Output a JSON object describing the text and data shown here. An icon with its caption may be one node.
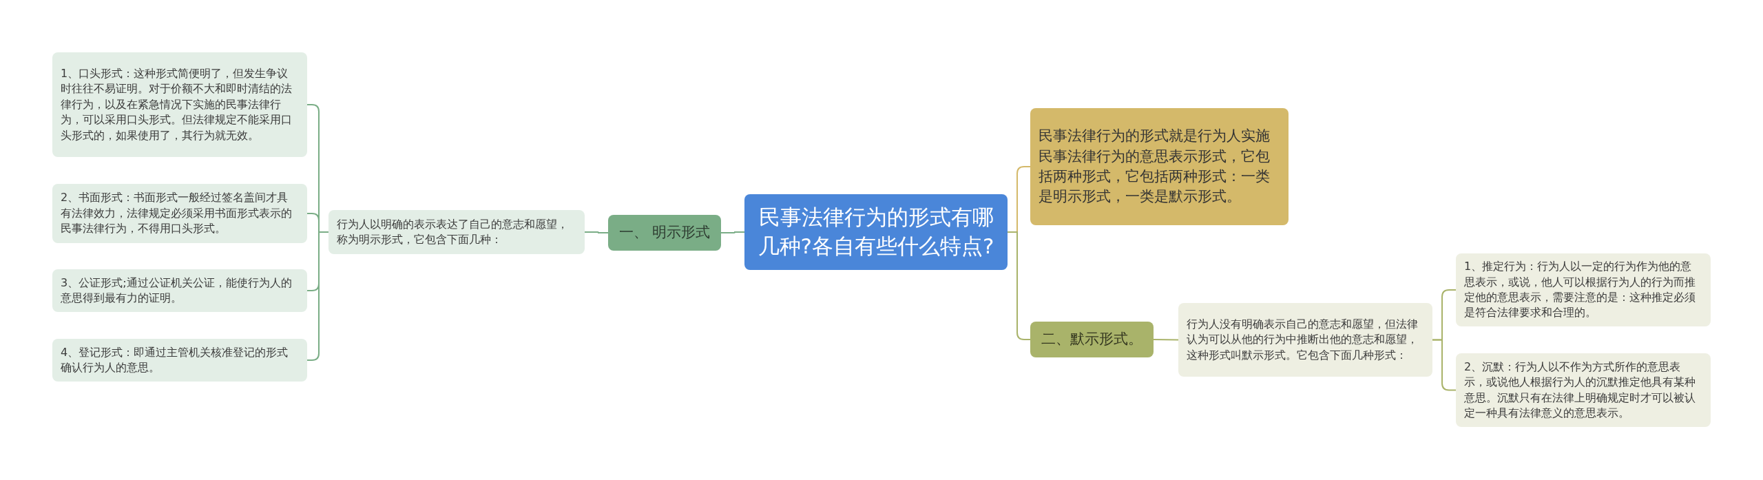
{
  "diagram": {
    "nodes": [
      {
        "text": [
          "民事法律行为的形式有哪几种?各自有些什么特点?"
        ]
      },
      {
        "text": [
          "民事法律行为的形式就是行为人实施民事法律行为的意思表示形式，它包括两种形式，它包括两种形式：一类是明示形式，一类是默示形式。"
        ]
      },
      {
        "text": [
          "一、 明示形式"
        ]
      },
      {
        "text": [
          "行为人以明确的表示表达了自己的意志和愿望，称为明示形式，它包含下面几种："
        ]
      },
      {
        "text": [
          "1、口头形式：这种形式简便明了，但发生争议时往往不易证明。对于价额不大和即时清结的法律行为，以及在紧急情况下实施的民事法律行为，可以采用口头形式。但法律规定不能采用口头形式的，如果使用了，其行为就无效。"
        ]
      },
      {
        "text": [
          "2、书面形式：书面形式一般经过签名盖间才具有法律效力，法律规定必须采用书面形式表示的民事法律行为，不得用口头形式。"
        ]
      },
      {
        "text": [
          "3、公证形式;通过公证机关公证，能使行为人的意思得到最有力的证明。"
        ]
      },
      {
        "text": [
          "4、登记形式：即通过主管机关核准登记的形式确认行为人的意思。"
        ]
      },
      {
        "text": [
          "二、默示形式。"
        ]
      },
      {
        "text": [
          "行为人没有明确表示自己的意志和愿望，但法律认为可以从他的行为中推断出他的意志和愿望，这种形式叫默示形式。它包含下面几种形式："
        ]
      },
      {
        "text": [
          "1、推定行为：行为人以一定的行为作为他的意思表示，或说，他人可以根据行为人的行为而推定他的意思表示，需要注意的是：这种推定必须是符合法律要求和合理的。"
        ]
      },
      {
        "text": [
          "2、沉默：行为人以不作为方式所作的意思表示，或说他人根据行为人的沉默推定他具有某种意思。沉默只有在法律上明确规定时才可以被认定一种具有法律意义的意思表示。"
        ]
      }
    ],
    "edges": [
      {
        "from": 0,
        "to": 1,
        "arrow": "none",
        "color": "#d4b96a"
      },
      {
        "from": 0,
        "to": 2,
        "arrow": "none"
      },
      {
        "from": 2,
        "to": 3,
        "arrow": "none"
      },
      {
        "from": 3,
        "to": 4,
        "arrow": "none"
      },
      {
        "from": 3,
        "to": 5,
        "arrow": "none"
      },
      {
        "from": 3,
        "to": 6,
        "arrow": "none"
      },
      {
        "from": 3,
        "to": 7,
        "arrow": "none"
      },
      {
        "from": 0,
        "to": 8,
        "arrow": "none",
        "color": "#a9b36a"
      },
      {
        "from": 8,
        "to": 9,
        "arrow": "none",
        "color": "#a9b36a"
      },
      {
        "from": 9,
        "to": 10,
        "arrow": "none",
        "color": "#a9b36a"
      },
      {
        "from": 9,
        "to": 11,
        "arrow": "none",
        "color": "#a9b36a"
      }
    ]
  }
}
